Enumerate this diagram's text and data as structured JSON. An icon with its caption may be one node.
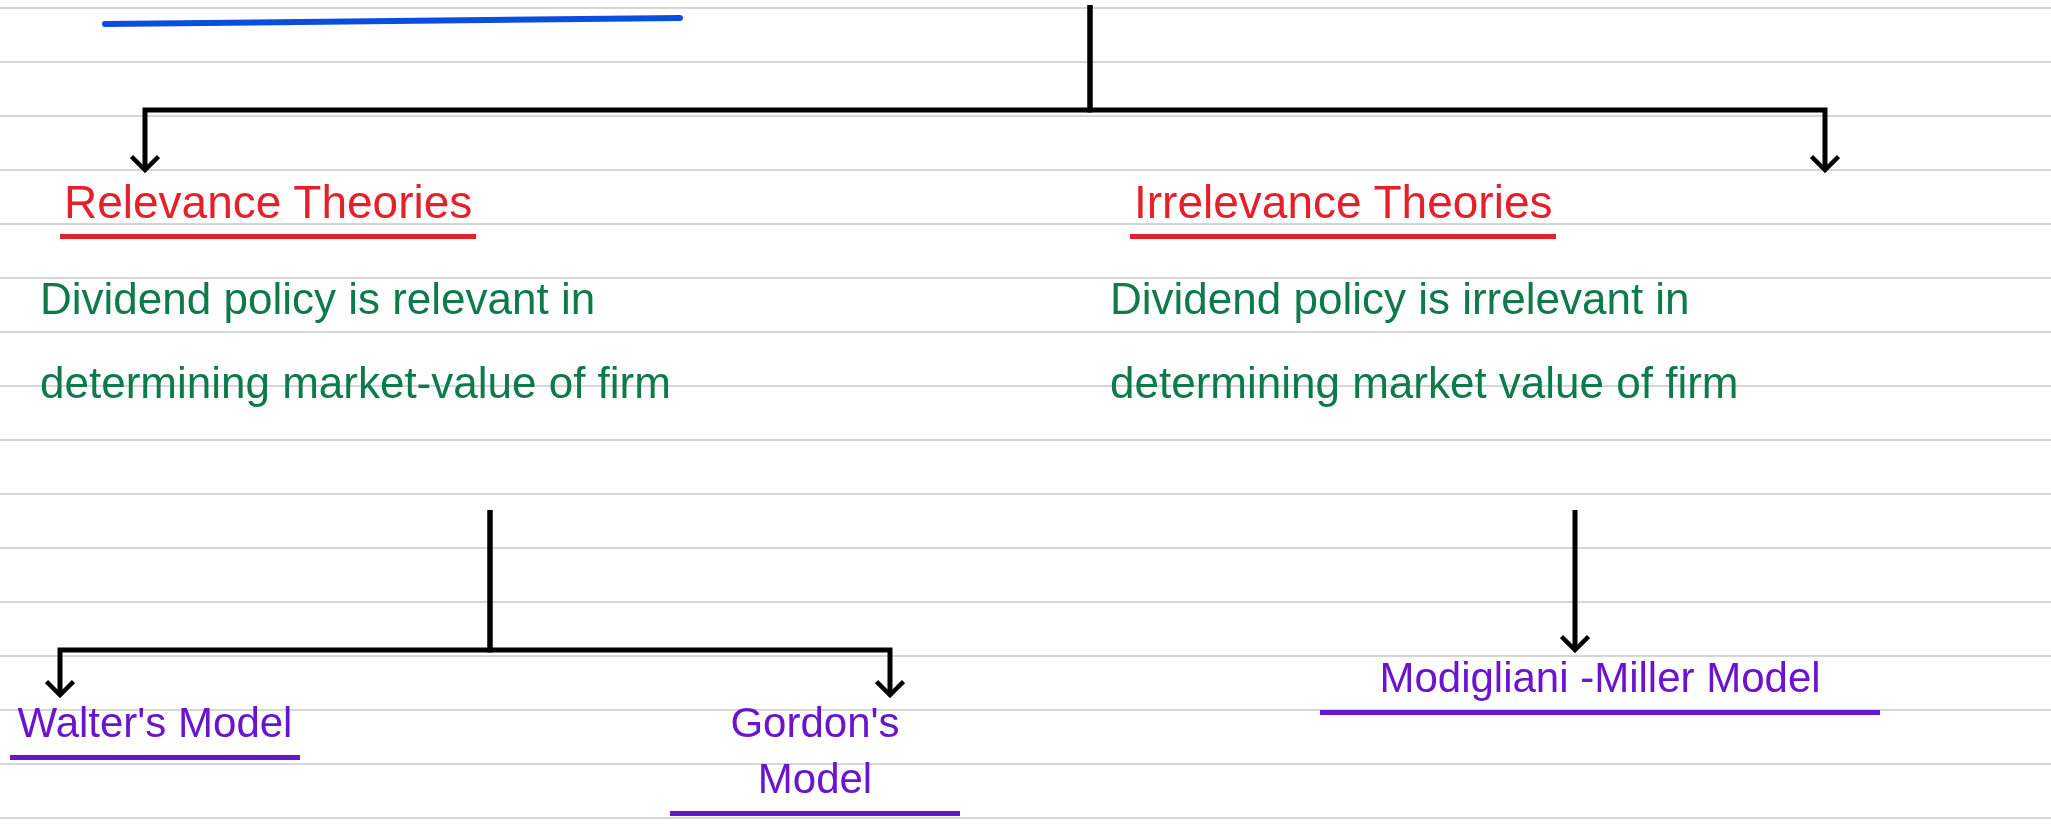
{
  "diagram": {
    "nodes": [
      {
        "text": [
          "Relevance Theories",
          "Dividend policy is relevant in determining market-value of firm"
        ]
      },
      {
        "text": [
          "Irrelevance Theories",
          "Dividend policy is irrelevant in determining market value of firm"
        ]
      },
      {
        "text": [
          "Walter's Model"
        ]
      },
      {
        "text": [
          "Gordon's Model"
        ]
      },
      {
        "text": [
          "Modigliani -Miller Model"
        ]
      }
    ],
    "edges": [
      {
        "from": null,
        "to": 0,
        "arrow": "to"
      },
      {
        "from": null,
        "to": 1,
        "arrow": "to"
      },
      {
        "from": 0,
        "to": 2,
        "arrow": "to"
      },
      {
        "from": 0,
        "to": 3,
        "arrow": "to"
      },
      {
        "from": 1,
        "to": 4,
        "arrow": "to"
      }
    ]
  }
}
